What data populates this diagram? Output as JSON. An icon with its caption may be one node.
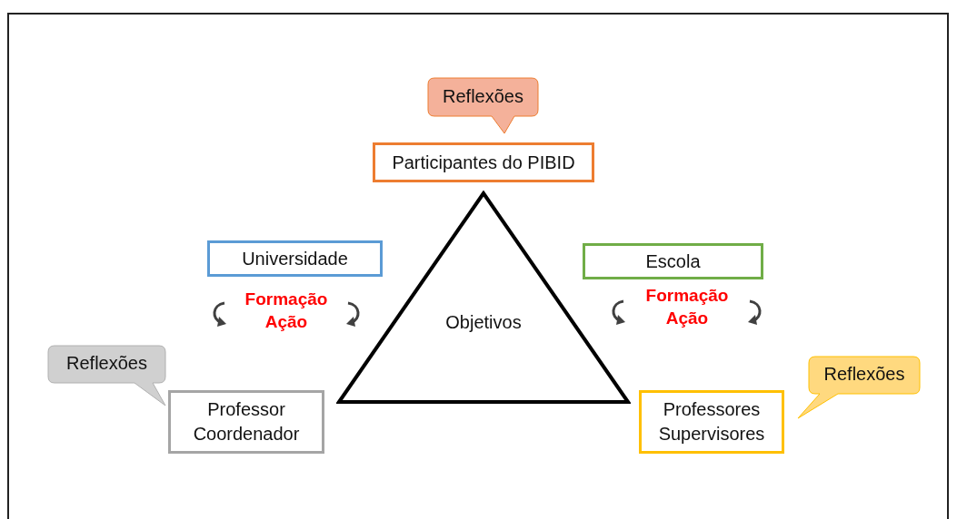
{
  "diagram": {
    "nodes": [
      {
        "text": [
          "Reflexões"
        ]
      },
      {
        "text": [
          "Participantes do PIBID"
        ]
      },
      {
        "text": [
          "Objetivos"
        ]
      },
      {
        "text": [
          "Universidade"
        ]
      },
      {
        "text": [
          "Escola"
        ]
      },
      {
        "text": [
          "Reflexões"
        ]
      },
      {
        "text": [
          "Professor Coordenador"
        ]
      },
      {
        "text": [
          "Reflexões"
        ]
      },
      {
        "text": [
          "Professores Supervisores"
        ]
      }
    ],
    "labels": [
      "Formação Ação",
      "Formação Ação"
    ]
  }
}
